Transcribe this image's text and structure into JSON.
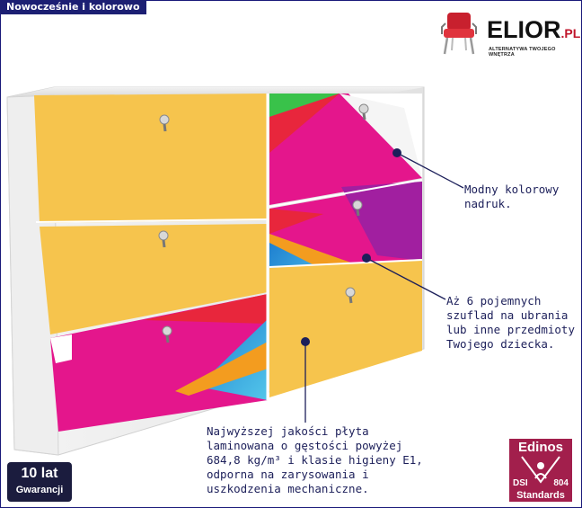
{
  "banner": {
    "text": "Nowocześnie i kolorowo"
  },
  "logo": {
    "brand": "ELIOR",
    "suffix": ".PL",
    "tagline": "ALTERNATYWA TWOJEGO WNĘTRZA"
  },
  "callouts": [
    {
      "text": "Modny kolorowy\nnadruk."
    },
    {
      "text": "Aż 6 pojemnych\nszuflad na ubrania\nlub inne przedmioty\nTwojego dziecka."
    },
    {
      "text": "Najwyższej jakości płyta\nlaminowana o gęstości powyżej\n684,8 kg/m³ i klasie higieny E1,\nodporna na zarysowania i\nuszkodzenia mechaniczne."
    }
  ],
  "warranty": {
    "years": "10 lat",
    "label": "Gwarancji"
  },
  "certificate": {
    "brand": "Edinos",
    "dsi": "DSI",
    "number": "804",
    "label": "Standards"
  },
  "colors": {
    "yellow": "#f6c44d",
    "magenta": "#e4168c",
    "purple": "#a11fa0",
    "orange": "#f39c1f",
    "blue": "#2aa7df",
    "green": "#39c24a",
    "red": "#e8263c",
    "navy": "#1c1f73"
  }
}
